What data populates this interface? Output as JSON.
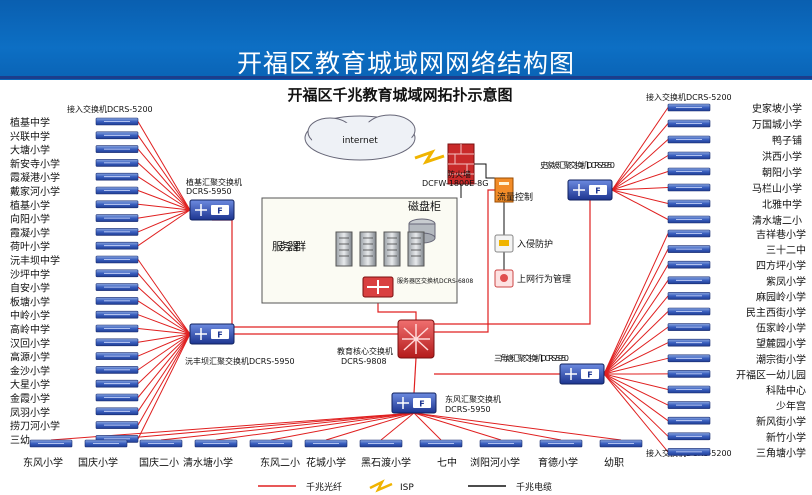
{
  "banner_title": "开福区教育城域网网络结构图",
  "diagram_title": "开福区千兆教育城域网拓扑示意图",
  "internet_label": "internet",
  "firewall_label": "防火墙",
  "dcfw_label": "DCFW-1800E-8G",
  "traffic_label": "流量控制",
  "ids_label": "入侵防护",
  "behavior_label": "上网行为管理",
  "disk_label": "磁盘柜",
  "server_group_label": "服务器群",
  "server_switch_label": "服务器区交换机DCRS-6808",
  "core": {
    "name": "教育核心交换机",
    "model": "DCRS-9808"
  },
  "access_top_left": "接入交换机DCRS-5200",
  "access_top_right": "接入交换机DCRS-5200",
  "access_bottom_right": "接入交换机DCRS-5200",
  "agg_zhiji": {
    "name": "植基汇聚交换机",
    "model": "DCRS-5950"
  },
  "agg_yuanfeng": {
    "name": "沅丰坝汇聚交换机DCRS-5950"
  },
  "agg_dongfeng": {
    "name": "东风汇聚交换机",
    "model": "DCRS-5950"
  },
  "agg_shijia": {
    "name": "史家坡汇聚交换机DCRS-5950"
  },
  "agg_sanjiao": {
    "name": "三角塘汇聚交换机DCRS-5950"
  },
  "left_schools": [
    "植基中学",
    "兴联中学",
    "大塘小学",
    "新安寺小学",
    "霞凝港小学",
    "戴家河小学",
    "植基小学",
    "向阳小学",
    "霞凝小学",
    "荷叶小学",
    "沅丰坝中学",
    "沙坪中学",
    "自安小学",
    "板塘小学",
    "中岭小学",
    "高岭中学",
    "汉回小学",
    "高源小学",
    "金沙小学",
    "大星小学",
    "金霞小学",
    "凤羽小学",
    "捞刀河小学",
    "三幼"
  ],
  "right_top_schools": [
    "史家坡小学",
    "万国城小学",
    "鸭子铺",
    "洪西小学",
    "朝阳小学",
    "马栏山小学",
    "北雅中学",
    "清水塘二小"
  ],
  "right_bottom_schools": [
    "吉祥巷小学",
    "三十二中",
    "四方坪小学",
    "紫凤小学",
    "麻园岭小学",
    "民主西街小学",
    "伍家岭小学",
    "望麓园小学",
    "潮宗街小学",
    "开福区一幼儿园",
    "科陆中心",
    "少年宫",
    "新风街小学",
    "新竹小学",
    "三角塘小学"
  ],
  "bottom_schools": [
    "东风小学",
    "国庆小学",
    "国庆二小",
    "清水塘小学",
    "东风二小",
    "花城小学",
    "黑石渡小学",
    "七中",
    "浏阳河小学",
    "育德小学",
    "幼职"
  ],
  "legend": [
    {
      "label": "千兆光纤",
      "color": "#e02020"
    },
    {
      "label": "ISP",
      "color": "#f0b400"
    },
    {
      "label": "千兆电缆",
      "color": "#111111"
    }
  ]
}
